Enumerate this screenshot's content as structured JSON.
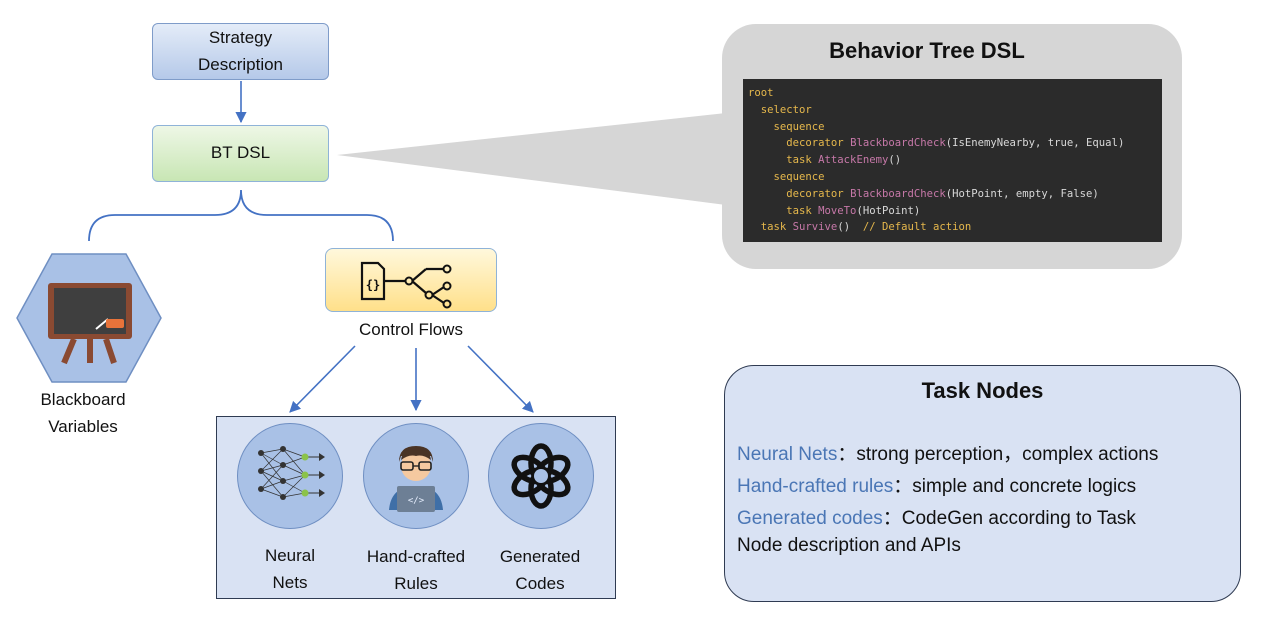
{
  "flow": {
    "strategy_label": "Strategy\nDescription",
    "btdsl_label": "BT DSL",
    "control_flows_label": "Control Flows",
    "blackboard_label": "Blackboard\nVariables",
    "methods": [
      {
        "label": "Neural\nNets"
      },
      {
        "label": "Hand-crafted\nRules"
      },
      {
        "label": "Generated\nCodes"
      }
    ]
  },
  "bt_panel": {
    "title": "Behavior Tree DSL",
    "code_lines": [
      {
        "indent": "",
        "parts": [
          {
            "t": "root",
            "c": "kw"
          }
        ]
      },
      {
        "indent": "  ",
        "parts": [
          {
            "t": "selector",
            "c": "kw"
          }
        ]
      },
      {
        "indent": "    ",
        "parts": [
          {
            "t": "sequence",
            "c": "kw"
          }
        ]
      },
      {
        "indent": "      ",
        "parts": [
          {
            "t": "decorator ",
            "c": "kw"
          },
          {
            "t": "BlackboardCheck",
            "c": "fn"
          },
          {
            "t": "(IsEnemyNearby, true, Equal)",
            "c": ""
          }
        ]
      },
      {
        "indent": "      ",
        "parts": [
          {
            "t": "task ",
            "c": "kw"
          },
          {
            "t": "AttackEnemy",
            "c": "fn"
          },
          {
            "t": "()",
            "c": ""
          }
        ]
      },
      {
        "indent": "    ",
        "parts": [
          {
            "t": "sequence",
            "c": "kw"
          }
        ]
      },
      {
        "indent": "      ",
        "parts": [
          {
            "t": "decorator ",
            "c": "kw"
          },
          {
            "t": "BlackboardCheck",
            "c": "fn"
          },
          {
            "t": "(HotPoint, empty, False)",
            "c": ""
          }
        ]
      },
      {
        "indent": "      ",
        "parts": [
          {
            "t": "task ",
            "c": "kw"
          },
          {
            "t": "MoveTo",
            "c": "fn"
          },
          {
            "t": "(HotPoint)",
            "c": ""
          }
        ]
      },
      {
        "indent": "  ",
        "parts": [
          {
            "t": "task ",
            "c": "kw"
          },
          {
            "t": "Survive",
            "c": "fn"
          },
          {
            "t": "()  ",
            "c": ""
          },
          {
            "t": "// Default action",
            "c": "cm"
          }
        ]
      }
    ]
  },
  "task_panel": {
    "title": "Task Nodes",
    "lines": [
      {
        "name": "Neural Nets",
        "desc": "：strong perception，complex actions"
      },
      {
        "name": "Hand-crafted rules",
        "desc": "：simple and concrete logics"
      },
      {
        "name": "Generated codes",
        "desc": "：CodeGen according to Task"
      },
      {
        "name": "",
        "desc": "Node description and APIs"
      }
    ]
  },
  "colors": {
    "arrow": "#4472c4",
    "highlight_text": "#4a76b5",
    "panel_fill": "#d9e2f3",
    "bt_panel_fill": "#d6d6d6",
    "code_bg": "#2b2b2b"
  }
}
